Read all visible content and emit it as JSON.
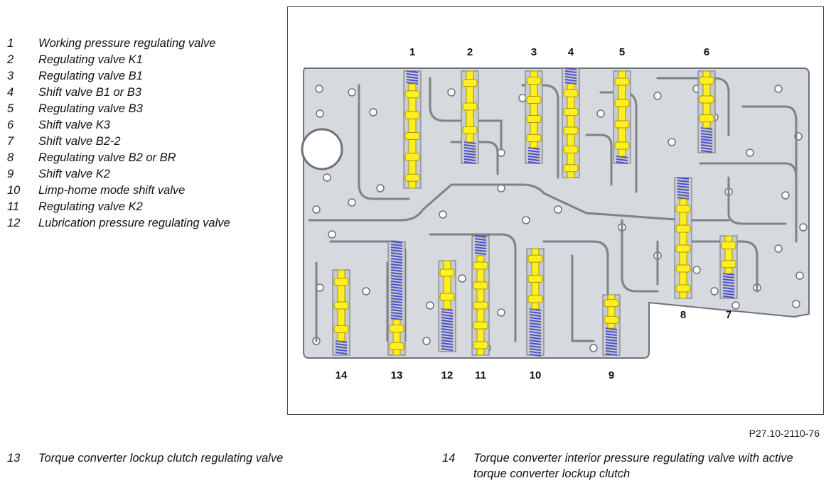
{
  "legend": [
    {
      "num": "1",
      "label": "Working pressure regulating valve"
    },
    {
      "num": "2",
      "label": "Regulating valve K1"
    },
    {
      "num": "3",
      "label": "Regulating valve B1"
    },
    {
      "num": "4",
      "label": "Shift valve B1 or B3"
    },
    {
      "num": "5",
      "label": "Regulating valve B3"
    },
    {
      "num": "6",
      "label": "Shift valve K3"
    },
    {
      "num": "7",
      "label": "Shift valve B2-2"
    },
    {
      "num": "8",
      "label": "Regulating valve B2 or BR"
    },
    {
      "num": "9",
      "label": "Shift valve K2"
    },
    {
      "num": "10",
      "label": "Limp-home mode shift valve"
    },
    {
      "num": "11",
      "label": "Regulating valve K2"
    },
    {
      "num": "12",
      "label": "Lubrication pressure regulating valve"
    }
  ],
  "footnotes": [
    {
      "num": "13",
      "label": "Torque converter lockup clutch regulating valve"
    },
    {
      "num": "14",
      "label": "Torque converter interior pressure regulating valve with active torque converter lockup clutch"
    }
  ],
  "figure": {
    "reference": "P27.10-2110-76",
    "callouts": [
      "1",
      "2",
      "3",
      "4",
      "5",
      "6",
      "7",
      "8",
      "9",
      "10",
      "11",
      "12",
      "13",
      "14"
    ],
    "colors": {
      "plate": "#d6d9dd",
      "channel": "#7d838a",
      "valve": "#ffee22",
      "spring": "#4b4fc8"
    }
  }
}
